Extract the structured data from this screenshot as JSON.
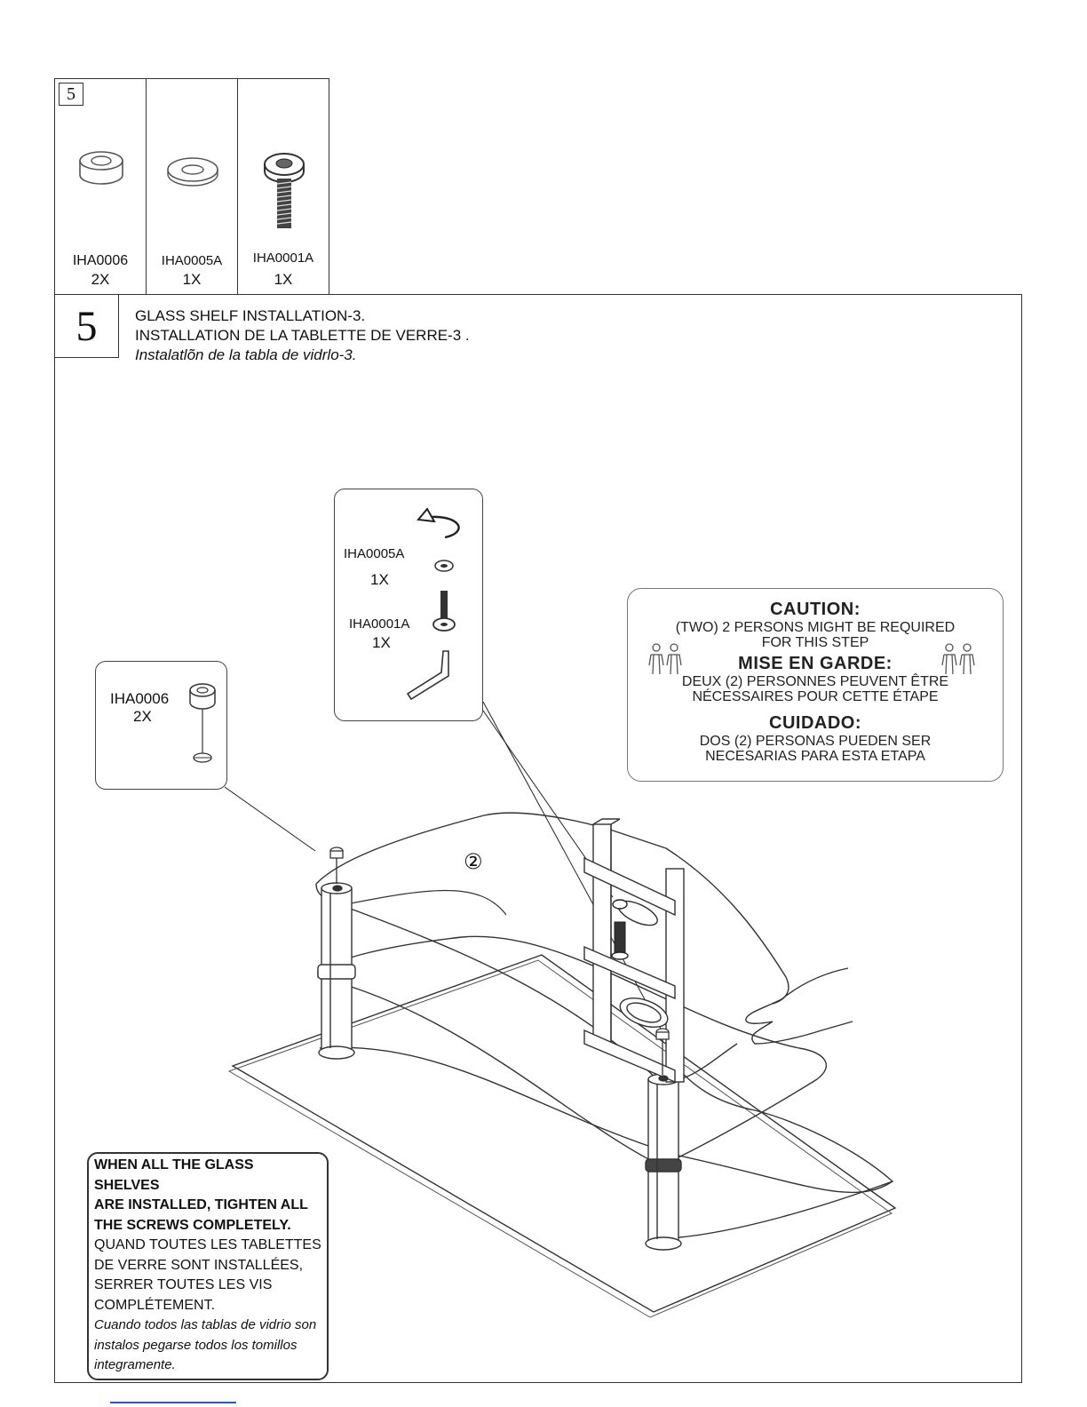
{
  "parts_header": {
    "step_number": "5",
    "parts": [
      {
        "code": "IHA0006",
        "qty": "2X",
        "icon": "spacer-icon"
      },
      {
        "code": "IHA0005A",
        "qty": "1X",
        "icon": "washer-icon"
      },
      {
        "code": "IHA0001A",
        "qty": "1X",
        "icon": "bolt-icon"
      }
    ]
  },
  "step": {
    "number": "5",
    "title_en": "GLASS SHELF INSTALLATION-3.",
    "title_fr": "INSTALLATION DE LA TABLETTE DE VERRE-3 .",
    "title_es": "Instalatlõn de la tabla de vidrlo-3."
  },
  "callouts": {
    "hardware": {
      "washer_code": "IHA0005A",
      "washer_qty": "1X",
      "bolt_code": "IHA0001A",
      "bolt_qty": "1X"
    },
    "spacer": {
      "code": "IHA0006",
      "qty": "2X"
    }
  },
  "caution": {
    "en_head": "CAUTION:",
    "en_line1": "(TWO) 2 PERSONS MIGHT BE REQUIRED",
    "en_line2": "FOR THIS STEP",
    "fr_head": "MISE EN GARDE:",
    "fr_line1": "DEUX (2) PERSONNES PEUVENT ÊTRE",
    "fr_line2": "NÉCESSAIRES POUR CETTE ÉTAPE",
    "es_head": "CUIDADO:",
    "es_line1": "DOS (2) PERSONAS PUEDEN SER",
    "es_line2": "NECESARIAS PARA ESTA ETAPA"
  },
  "diagram": {
    "shelf_label": "②"
  },
  "note": {
    "en_1": "WHEN ALL THE GLASS SHELVES",
    "en_2": "ARE INSTALLED, TIGHTEN ALL",
    "en_3": "THE SCREWS COMPLETELY.",
    "fr_1": "QUAND TOUTES LES TABLETTES",
    "fr_2": "DE VERRE SONT INSTALLÉES,",
    "fr_3": "SERRER TOUTES LES VIS",
    "fr_4": "COMPLÉTEMENT.",
    "es_1": "Cuando todos las tablas de vidrio son",
    "es_2": "instalos pegarse todos los tomillos",
    "es_3": "integramente."
  }
}
